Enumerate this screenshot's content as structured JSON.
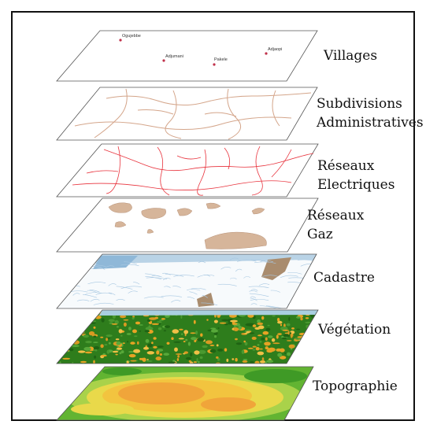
{
  "layers": [
    {
      "label": "Villages",
      "label_lines": [
        "Villages"
      ]
    },
    {
      "label": "Subdivisions Administratives",
      "label_lines": [
        "Subdivisions",
        "Administratives"
      ]
    },
    {
      "label": "Réseaux Electriques",
      "label_lines": [
        "Réseaux",
        "Electriques"
      ]
    },
    {
      "label": "Réseaux Gaz",
      "label_lines": [
        "Réseaux",
        "Gaz"
      ]
    },
    {
      "label": "Cadastre",
      "label_lines": [
        "Cadastre"
      ]
    },
    {
      "label": "Végétation",
      "label_lines": [
        "Végétation"
      ]
    },
    {
      "label": "Topographie",
      "label_lines": [
        "Topographie"
      ]
    }
  ],
  "villages": [
    "Ogujebbe",
    "Adjumani",
    "Pakele",
    "Adjaopi"
  ],
  "colors": {
    "village_dot": "#c0304a",
    "boundary_line": "#d4a58a",
    "electric_line": "#e8323c",
    "gas_patch": "#d6b59a",
    "cadastre_blue": "#8fb8d8",
    "vegetation_dark": "#2e7d1c",
    "vegetation_orange": "#e7a324",
    "topo_green": "#62b432",
    "topo_yellow": "#e9d94a",
    "topo_orange": "#f0a53a"
  }
}
